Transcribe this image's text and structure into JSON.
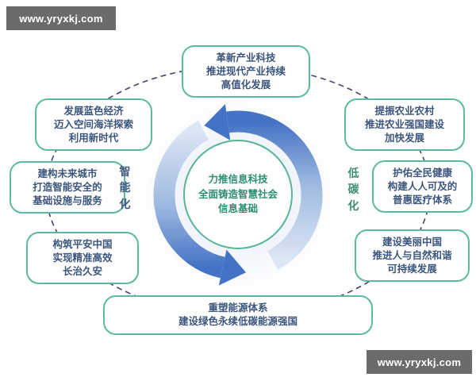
{
  "watermark": {
    "text": "www.yryxkj.com"
  },
  "center": {
    "lines": [
      "力推信息科技",
      "全面铸造智慧社会",
      "信息基础"
    ]
  },
  "side_labels": {
    "left": "智能化",
    "right": "低碳化"
  },
  "nodes": {
    "top": {
      "lines": [
        "革新产业科技",
        "推进现代产业持续",
        "高值化发展"
      ]
    },
    "upper_left": {
      "lines": [
        "发展蓝色经济",
        "迈入空间海洋探索",
        "利用新时代"
      ]
    },
    "left": {
      "lines": [
        "建构未来城市",
        "打造智能安全的",
        "基础设施与服务"
      ]
    },
    "lower_left": {
      "lines": [
        "构筑平安中国",
        "实现精准高效",
        "长治久安"
      ]
    },
    "bottom": {
      "lines": [
        "重塑能源体系",
        "建设绿色永续低碳能源强国"
      ]
    },
    "upper_right": {
      "lines": [
        "提振农业农村",
        "推进农业强国建设",
        "加快发展"
      ]
    },
    "right": {
      "lines": [
        "护佑全民健康",
        "构建人人可及的",
        "普惠医疗体系"
      ]
    },
    "lower_right": {
      "lines": [
        "建设美丽中国",
        "推进人与自然和谐",
        "可持续发展"
      ]
    }
  },
  "colors": {
    "box_border": "#5db9a0",
    "box_text": "#3c567d",
    "center_text": "#2e8e74",
    "label_left": "#3f5880",
    "label_right": "#3f8f74",
    "dashed_ring": "#4b3f7e",
    "arrow_dark": "#4472c4",
    "arrow_light": "#dde6f4",
    "watermark_bg": "#6b6b6b",
    "watermark_text": "#ffffff"
  }
}
